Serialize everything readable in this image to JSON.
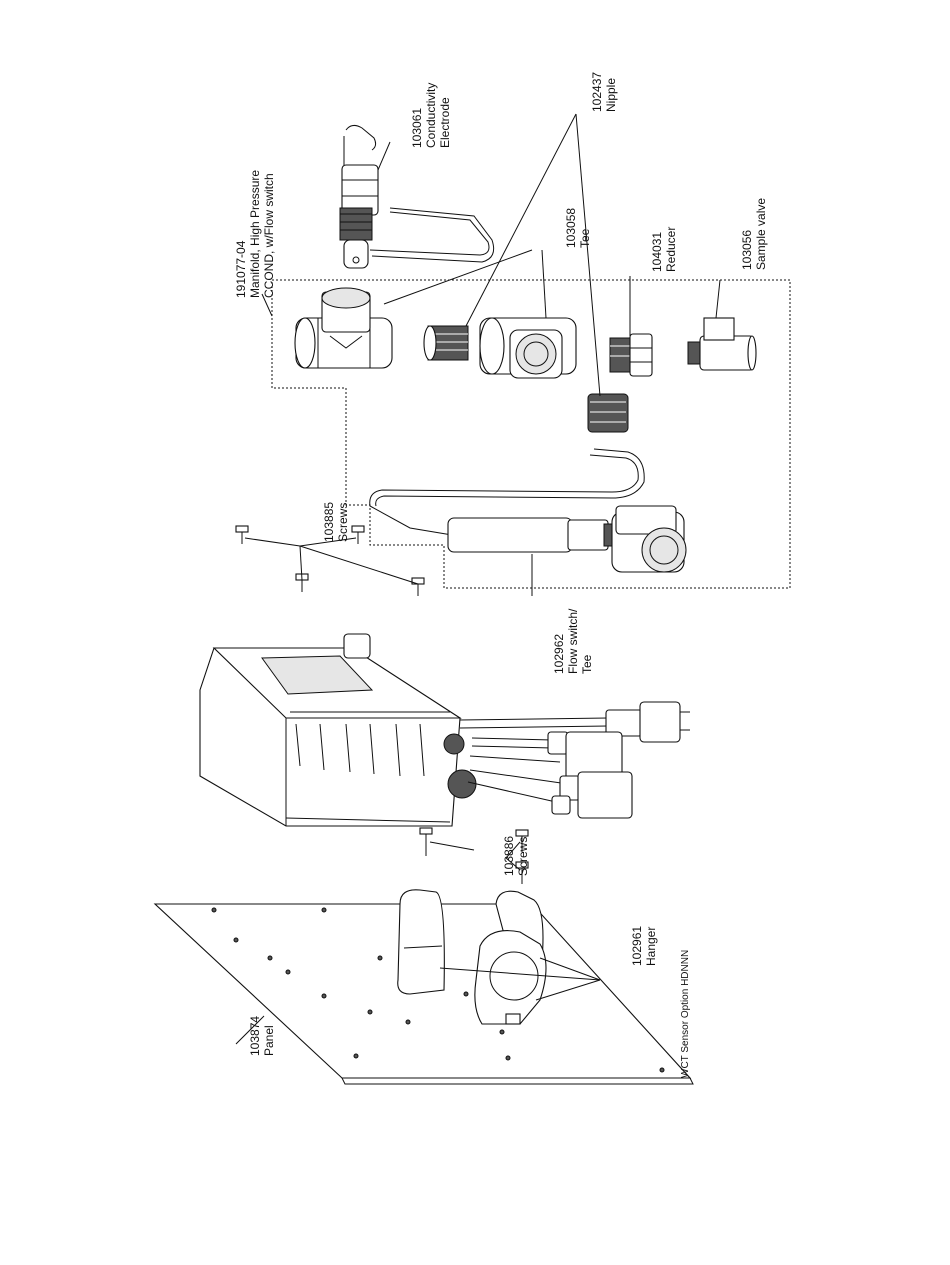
{
  "callouts": [
    {
      "id": "electrode",
      "number": "103061",
      "name": [
        "Conductivity",
        "Electrode"
      ]
    },
    {
      "id": "nipple",
      "number": "102437",
      "name": [
        "Nipple"
      ]
    },
    {
      "id": "manifold",
      "number": "191077-04",
      "name": [
        "Manifold, High Pressure",
        "CCOND, w/Flow switch"
      ]
    },
    {
      "id": "tee",
      "number": "103058",
      "name": [
        "Tee"
      ]
    },
    {
      "id": "reducer",
      "number": "104031",
      "name": [
        "Reducer"
      ]
    },
    {
      "id": "sample-valve",
      "number": "103056",
      "name": [
        "Sample valve"
      ]
    },
    {
      "id": "screws-top",
      "number": "103885",
      "name": [
        "Screws"
      ]
    },
    {
      "id": "flow-switch",
      "number": "102962",
      "name": [
        "Flow switch/",
        "Tee"
      ]
    },
    {
      "id": "screws-bottom",
      "number": "103886",
      "name": [
        "Screws"
      ]
    },
    {
      "id": "hanger",
      "number": "102961",
      "name": [
        "Hanger"
      ]
    },
    {
      "id": "panel",
      "number": "103874",
      "name": [
        "Panel"
      ]
    }
  ],
  "footer": "WCT Sensor Option HDNNN"
}
